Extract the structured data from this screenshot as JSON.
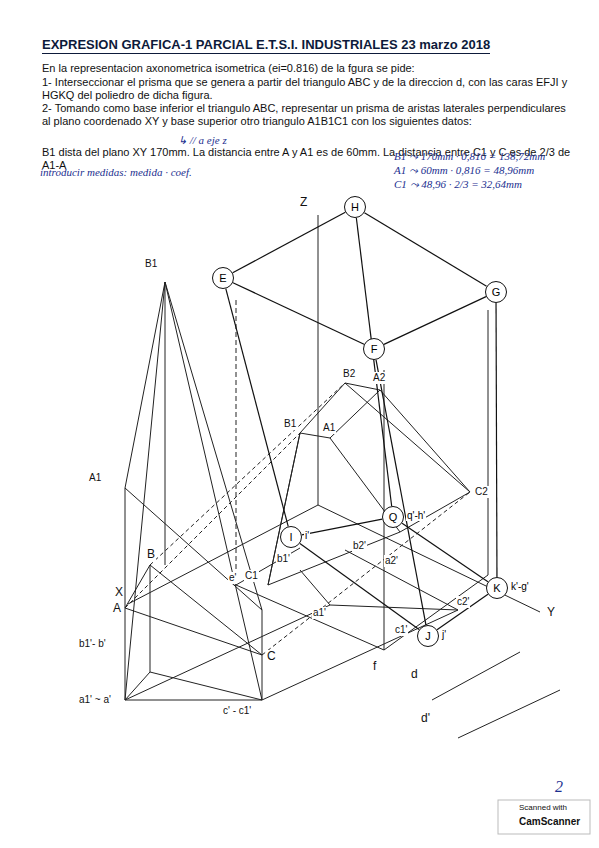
{
  "diagram": {
    "title": "EXPRESION GRAFICA-1 PARCIAL E.T.S.I. INDUSTRIALES 23 marzo 2018",
    "nodes": [
      {
        "text": [
          "H"
        ]
      },
      {
        "text": [
          "E"
        ]
      },
      {
        "text": [
          "F"
        ]
      },
      {
        "text": [
          "G"
        ]
      },
      {
        "text": [
          "Q",
          "q'-h'"
        ]
      },
      {
        "text": [
          "I",
          "i'"
        ]
      },
      {
        "text": [
          "K",
          "k'-g'"
        ]
      },
      {
        "text": [
          "J",
          "j'"
        ]
      }
    ],
    "edges": [
      {
        "from": 1,
        "to": 0,
        "arrow": "none"
      },
      {
        "from": 0,
        "to": 3,
        "arrow": "none"
      },
      {
        "from": 3,
        "to": 2,
        "arrow": "none"
      },
      {
        "from": 2,
        "to": 1,
        "arrow": "none"
      },
      {
        "from": 3,
        "to": 6,
        "arrow": "none"
      },
      {
        "from": 0,
        "to": 4,
        "arrow": "none"
      },
      {
        "from": 1,
        "to": 5,
        "arrow": "none"
      },
      {
        "from": 2,
        "to": 7,
        "arrow": "none"
      },
      {
        "from": 5,
        "to": 7,
        "arrow": "none"
      },
      {
        "from": 7,
        "to": 6,
        "arrow": "none"
      },
      {
        "from": 6,
        "to": 4,
        "arrow": "none"
      },
      {
        "from": 4,
        "to": 5,
        "arrow": "none"
      }
    ],
    "labels": [
      "En la representacion axonometrica isometrica (ei=0.816) de la fgura se pide:",
      "1- Interseccionar el prisma que se genera a partir del triangulo ABC y de la direccion d, con las caras EFJI y HGKQ del poliedro de dicha figura.",
      "2- Tomando como base inferior el triangulo ABC, representar un prisma de aristas laterales perpendiculares al plano coordenado XY y base superior otro triangulo A1B1C1 con los siguientes datos:",
      "B1 dista del plano XY 170mm. La distancia entre A y A1 es de 60mm. La distancia entre C1 y C es de 2/3 de A1-A",
      "↳ // a eje z",
      "introducir medidas: medida · coef.",
      "B1 ⤳ 170mm · 0,816 = 138,72mm",
      "A1 ⤳ 60mm · 0,816 = 48,96mm",
      "C1 ⤳ 48,96 · 2/3 = 32,64mm",
      "Z",
      "B1",
      "A1",
      "B",
      "X",
      "A",
      "b1'- b'",
      "C",
      "a1' ~ a'",
      "c' - c1'",
      "e'",
      "f",
      "d",
      "d'",
      "Y",
      "B1",
      "A1",
      "B2",
      "A2",
      "C2",
      "C1",
      "b1'",
      "a1'",
      "b2'",
      "a2'",
      "c1'",
      "c2'",
      "2",
      "Scanned with",
      "CamScanner"
    ]
  }
}
